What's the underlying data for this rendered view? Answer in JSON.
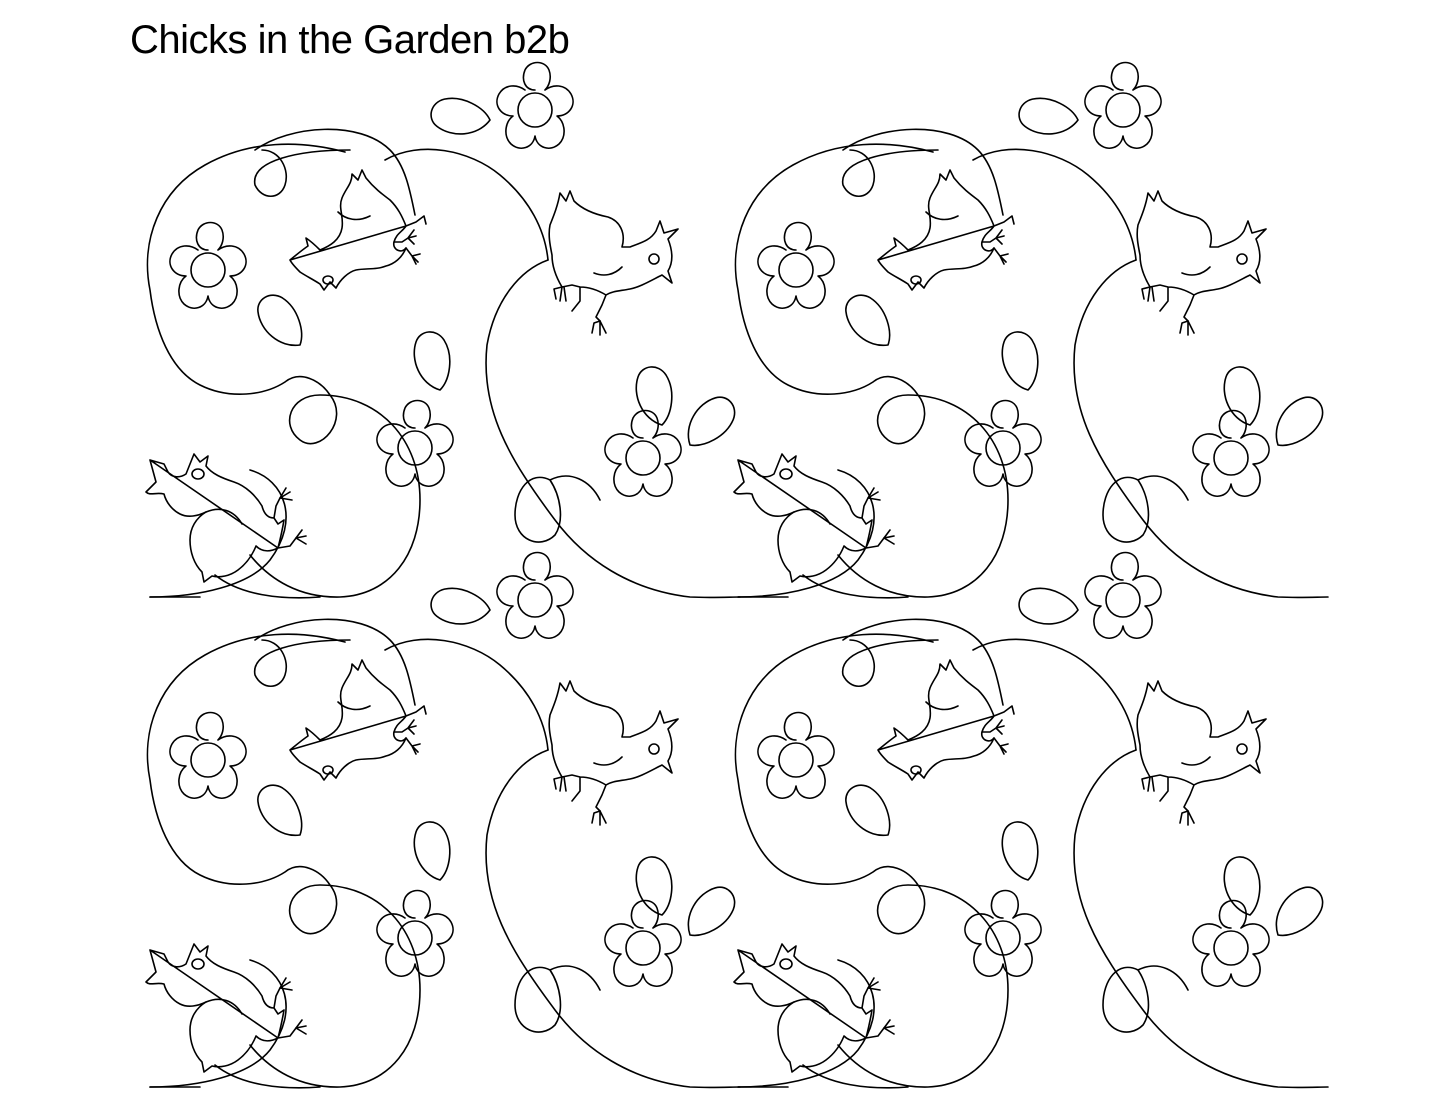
{
  "title": "Chicks in the Garden b2b",
  "pattern": {
    "type": "edge-to-edge quilting design, back-to-back (b2b)",
    "motifs": [
      "chick",
      "flower",
      "leaf",
      "loop",
      "swirl"
    ],
    "tile_columns": 2,
    "tile_rows": 2,
    "line_color": "#000000",
    "background_color": "#ffffff"
  }
}
